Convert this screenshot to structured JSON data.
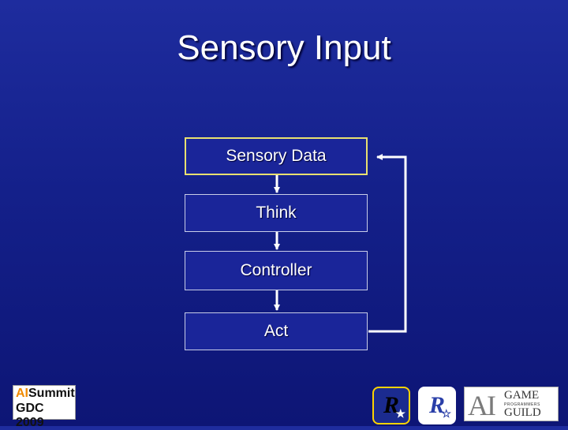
{
  "slide": {
    "title": "Sensory Input"
  },
  "diagram": {
    "boxes": [
      {
        "label": "Sensory Data",
        "highlighted": true
      },
      {
        "label": "Think",
        "highlighted": false
      },
      {
        "label": "Controller",
        "highlighted": false
      },
      {
        "label": "Act",
        "highlighted": false
      }
    ],
    "colors": {
      "background": "#14208a",
      "box_fill": "#1a2599",
      "box_border": "#c8cde8",
      "highlight_border": "#e8e070",
      "arrow": "#ffffff"
    }
  },
  "logos": {
    "ai_summit": {
      "line1_prefix": "AI",
      "line1_suffix": "Summit",
      "line2": "GDC 2009"
    },
    "rockstar_1": {
      "letter": "R",
      "star": "★"
    },
    "rockstar_2": {
      "letter": "R",
      "star": "☆"
    },
    "ai_game_programmers_guild": {
      "ai": "AI",
      "game": "GAME",
      "programmers": "PROGRAMMERS",
      "guild": "GUILD"
    }
  }
}
